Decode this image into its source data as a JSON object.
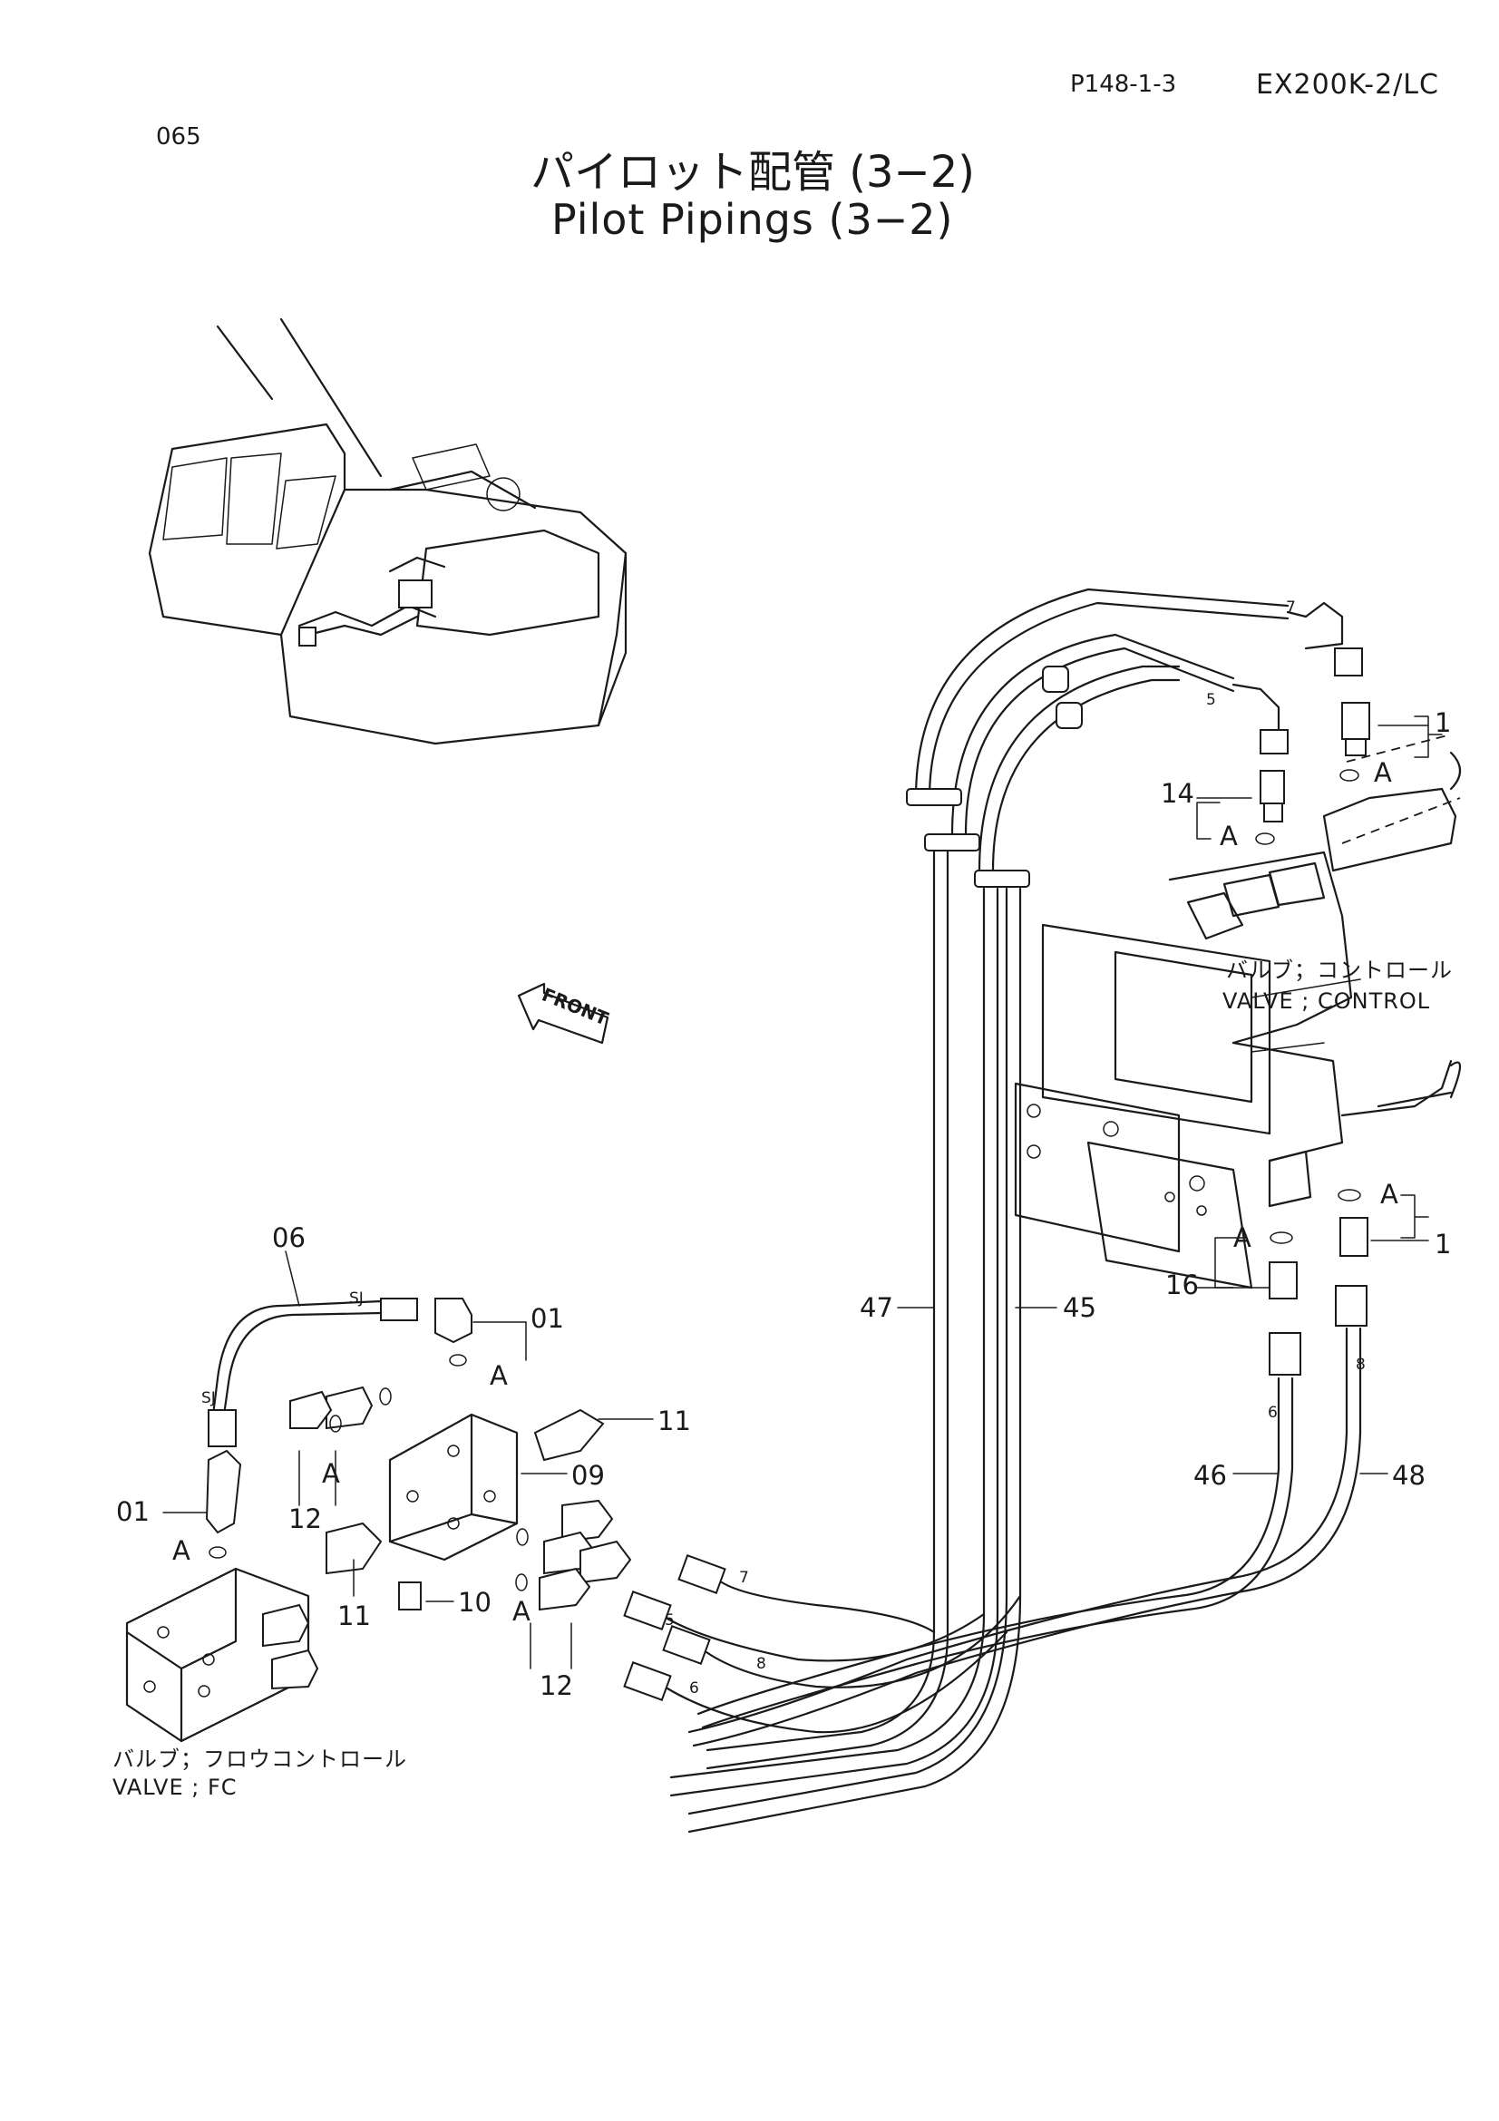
{
  "header": {
    "page_code": "P148-1-3",
    "model": "EX200K-2/LC",
    "page_number": "065"
  },
  "title": {
    "japanese": "パイロット配管 (3−2)",
    "english": "Pilot Pipings (3−2)"
  },
  "front_arrow": "FRONT",
  "valve_control": {
    "ja": "バルブ；コントロール",
    "en": "VALVE ; CONTROL"
  },
  "valve_fc": {
    "ja": "バルブ；フロウコントロール",
    "en": "VALVE ; FC"
  },
  "callouts": {
    "p1_top": "1",
    "p14": "14",
    "a_top_right": "A",
    "a_top_14": "A",
    "p1_lower": "1",
    "a_lower_right": "A",
    "p16": "16",
    "a_lower_16": "A",
    "p47": "47",
    "p45": "45",
    "p46": "46",
    "p48": "48",
    "p06": "06",
    "p01_top": "01",
    "a_01_top": "A",
    "p11_right": "11",
    "p09": "09",
    "p12_left": "12",
    "a_12_left": "A",
    "p01_left": "01",
    "a_01_left": "A",
    "p11_lower": "11",
    "p10": "10",
    "p12_right": "12",
    "a_12_right": "A",
    "sj_top": "SJ",
    "sj_left": "SJ",
    "hose_7_top": "7",
    "hose_5_top": "5",
    "hose_7_bottom": "7",
    "hose_5_bottom": "5",
    "hose_8_bottom": "8",
    "hose_6_bottom": "6",
    "hose_6_mid": "6",
    "hose_8_mid": "8"
  }
}
